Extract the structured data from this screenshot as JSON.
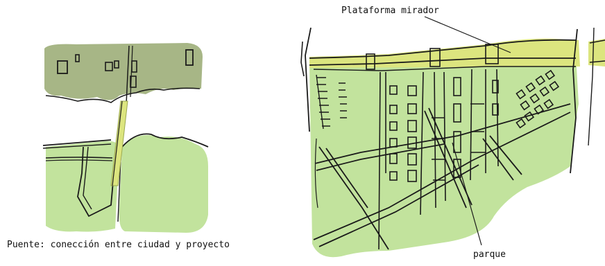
{
  "left_sketch": {
    "caption": "Puente: conección entre ciudad y proyecto"
  },
  "right_sketch": {
    "label_platform": "Plataforma mirador",
    "label_park": "parque"
  },
  "colors": {
    "city_block": "#a7b686",
    "park_green": "#c2e39d",
    "bridge_yellow": "#dce57f",
    "ink": "#1a1a1a"
  }
}
